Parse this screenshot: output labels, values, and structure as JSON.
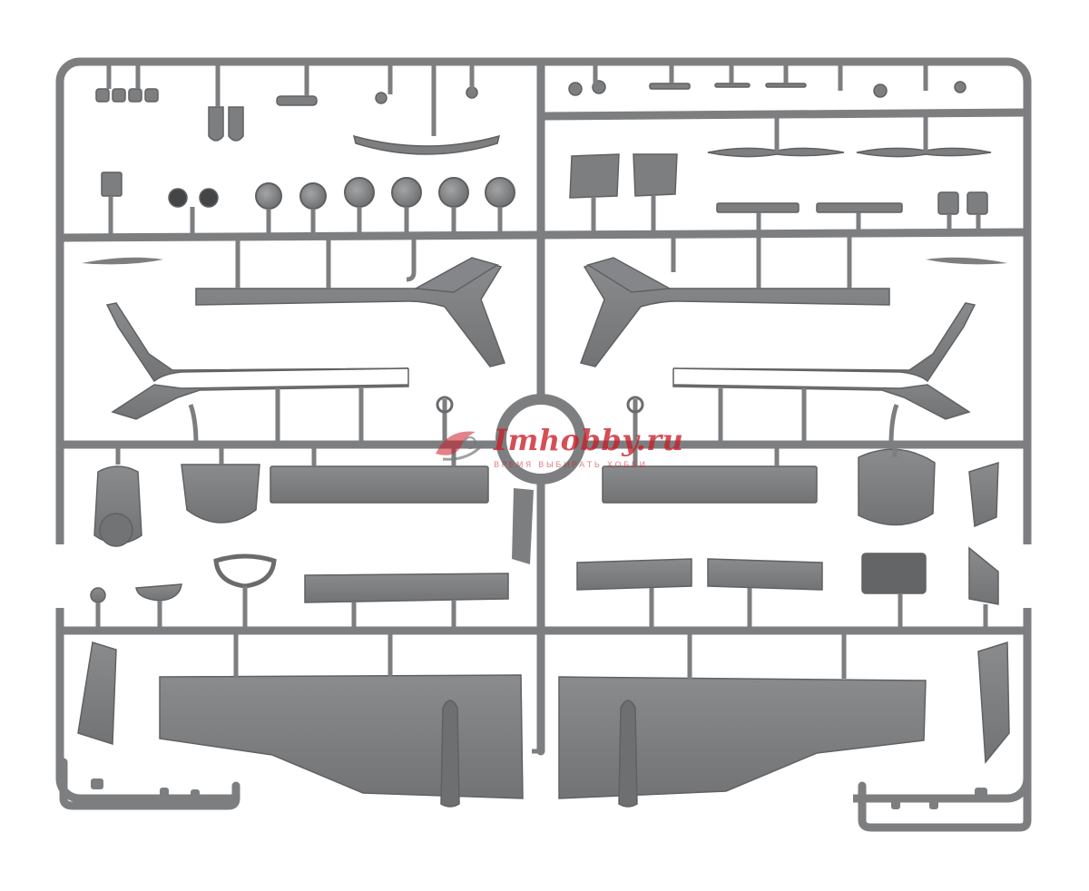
{
  "image": {
    "subject": "plastic model kit sprue",
    "colors": {
      "background": "#ffffff",
      "plastic": "#7d7e80",
      "plastic_dark": "#5e5f61",
      "plastic_light": "#9a9b9d",
      "watermark": "#c81e28"
    }
  },
  "watermark": {
    "title": "Imhobby.ru",
    "subtitle": "время выбирать хобби"
  }
}
